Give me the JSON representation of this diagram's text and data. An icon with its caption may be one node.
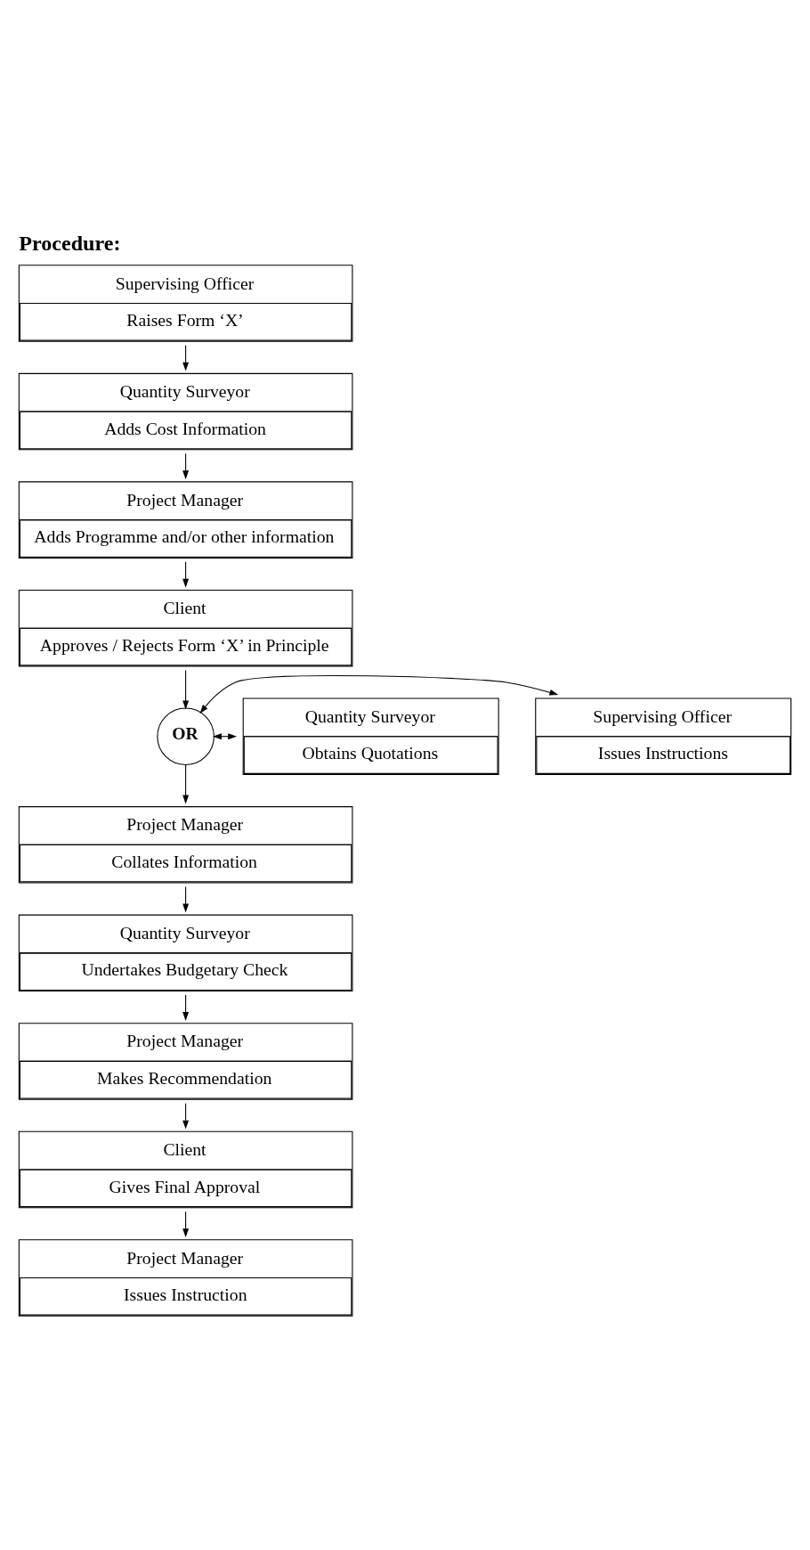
{
  "diagram": {
    "title": "Procedure:",
    "nodes": [
      {
        "text": [
          "Supervising Officer",
          "Raises Form ‘X’"
        ]
      },
      {
        "text": [
          "Quantity Surveyor",
          "Adds Cost Information"
        ]
      },
      {
        "text": [
          "Project Manager",
          "Adds Programme and/or other information"
        ]
      },
      {
        "text": [
          "Client",
          "Approves / Rejects Form ‘X’ in Principle"
        ]
      },
      {
        "text": [
          "Supervising Officer",
          "Issues Instructions"
        ]
      },
      {
        "text": [
          "OR"
        ]
      },
      {
        "text": [
          "Quantity Surveyor",
          "Obtains Quotations"
        ]
      },
      {
        "text": [
          "Project Manager",
          "Collates Information"
        ]
      },
      {
        "text": [
          "Quantity Surveyor",
          "Undertakes Budgetary Check"
        ]
      },
      {
        "text": [
          "Project Manager",
          "Makes Recommendation"
        ]
      },
      {
        "text": [
          "Client",
          "Gives Final Approval"
        ]
      },
      {
        "text": [
          "Project Manager",
          "Issues Instruction"
        ]
      }
    ],
    "edges": [
      {
        "from": 0,
        "to": 1,
        "arrow": "to"
      },
      {
        "from": 1,
        "to": 2,
        "arrow": "to"
      },
      {
        "from": 2,
        "to": 3,
        "arrow": "to"
      },
      {
        "from": 3,
        "to": 5,
        "arrow": "to"
      },
      {
        "from": 5,
        "to": 4,
        "arrow": "both"
      },
      {
        "from": 5,
        "to": 6,
        "arrow": "both"
      },
      {
        "from": 5,
        "to": 7,
        "arrow": "to"
      },
      {
        "from": 7,
        "to": 8,
        "arrow": "to"
      },
      {
        "from": 8,
        "to": 9,
        "arrow": "to"
      },
      {
        "from": 9,
        "to": 10,
        "arrow": "to"
      },
      {
        "from": 10,
        "to": 11,
        "arrow": "to"
      }
    ]
  }
}
